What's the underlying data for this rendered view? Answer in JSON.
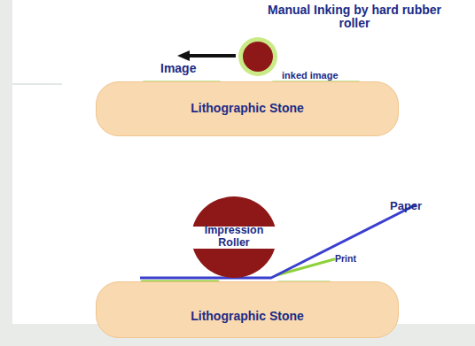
{
  "diagram": {
    "nodes": [
      {
        "text": [
          "Lithographic Stone"
        ]
      },
      {
        "text": [
          "Impression Roller"
        ]
      },
      {
        "text": [
          "Lithographic Stone"
        ]
      }
    ],
    "labels": [
      "Manual Inking by hard rubber roller",
      "Image",
      "inked image",
      "Paper",
      "Print"
    ]
  }
}
